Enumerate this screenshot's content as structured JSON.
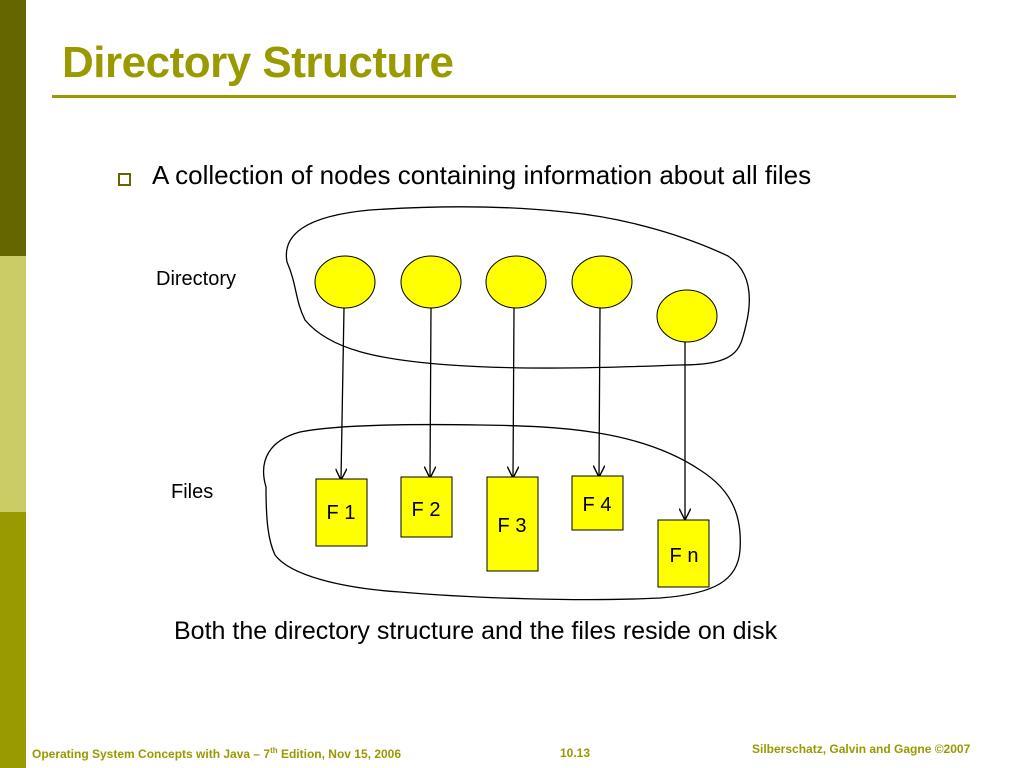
{
  "slide": {
    "title": "Directory Structure",
    "bullet": "A collection of nodes containing information about all files",
    "bottom_text": "Both the directory structure and the files reside on disk"
  },
  "diagram": {
    "directory_label": "Directory",
    "files_label": "Files",
    "node_color": "#ffff00",
    "files": [
      "F 1",
      "F 2",
      "F 3",
      "F 4",
      "F n"
    ]
  },
  "footer": {
    "left_pre": "Operating System Concepts with Java – 7",
    "left_sup": "th",
    "left_post": " Edition, Nov 15, 2006",
    "center": "10.13",
    "right": "Silberschatz, Galvin and Gagne ©2007"
  },
  "theme": {
    "accent": "#999900",
    "band_dark": "#666600",
    "band_light": "#cccc66"
  }
}
